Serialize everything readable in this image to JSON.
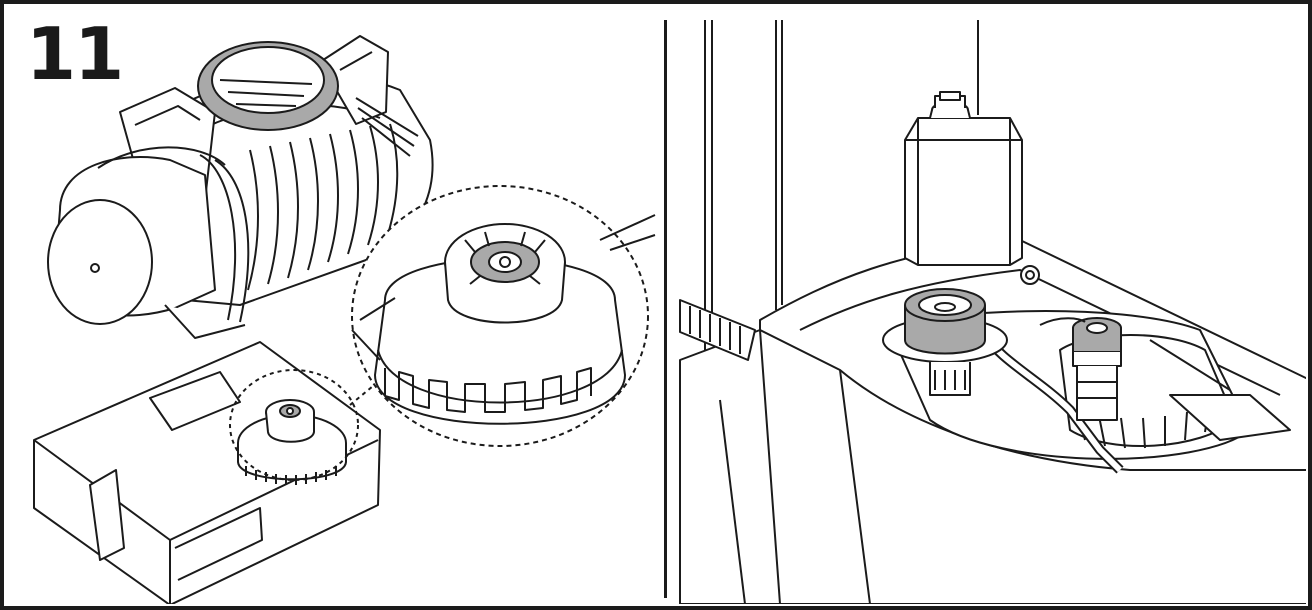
{
  "step": {
    "number": "11"
  },
  "colors": {
    "line": "#1b1b1b",
    "highlight": "#a9a9a9",
    "background": "#ffffff"
  },
  "panels": [
    {
      "id": "left",
      "subjects": [
        "motor-assembly-icon",
        "tank-icon",
        "tank-cap-icon",
        "cap-magnifier-icon"
      ]
    },
    {
      "id": "right",
      "subjects": [
        "machine-interior-icon",
        "hose-connector-icon",
        "valve-fitting-icon",
        "bottle-icon"
      ]
    }
  ]
}
